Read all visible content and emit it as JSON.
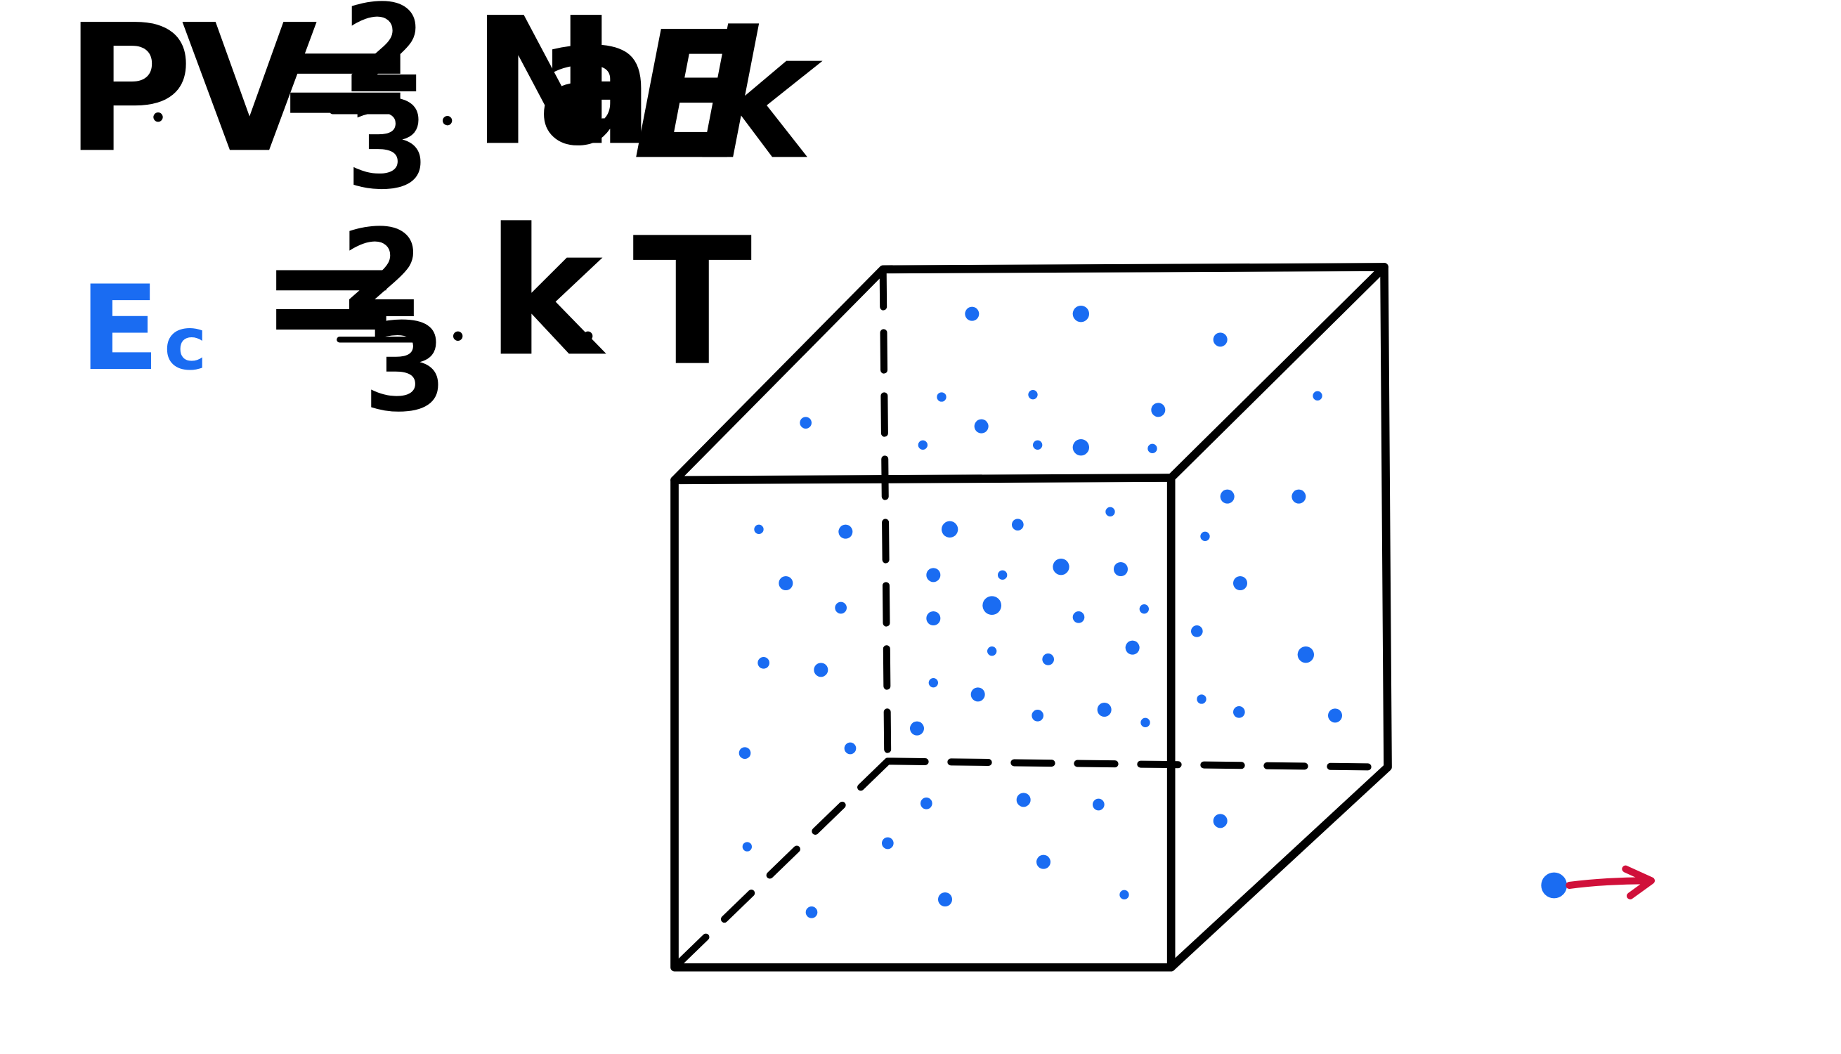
{
  "formulas": {
    "ideal_gas": {
      "P": "P",
      "V": "V",
      "equals": "=",
      "frac_num": "2",
      "frac_den": "3",
      "N": "N",
      "N_sub": "a",
      "E": "E",
      "E_sub": "k"
    },
    "kinetic_energy": {
      "E": "E",
      "E_sub": "c",
      "equals": "=",
      "frac_num": "2",
      "frac_den": "3",
      "k": "k",
      "T": "T"
    }
  },
  "colors": {
    "ink": "#000000",
    "particle": "#1a6cf2",
    "velocity_arrow": "#d0103a",
    "background": "#ffffff"
  },
  "diagram": {
    "cube": "box-of-gas",
    "particle_count": 64,
    "legend_arrow": "particle-with-velocity"
  }
}
